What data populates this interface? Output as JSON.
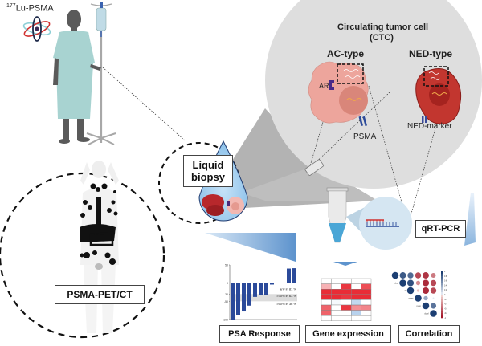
{
  "title": "177Lu-PSMA therapy liquid biopsy workflow",
  "therapy": {
    "isotope_sup": "177",
    "label": "Lu-PSMA"
  },
  "imaging": {
    "label": "PSMA-PET/CT"
  },
  "biopsy": {
    "line1": "Liquid",
    "line2": "biopsy"
  },
  "ctc": {
    "title_line1": "Circulating tumor cell",
    "title_line2": "(CTC)",
    "ac_type": "AC-type",
    "ned_type": "NED-type",
    "ar_label": "AR",
    "psma_label": "PSMA",
    "ned_marker_label": "NED-marker"
  },
  "assay": {
    "label": "qRT-PCR"
  },
  "outputs": {
    "psa_response": "PSA Response",
    "gene_expression": "Gene expression",
    "correlation": "Correlation"
  },
  "colors": {
    "bar_blue": "#2b4a9a",
    "heat_red": "#e8212b",
    "corr_red": "#a3172a",
    "corr_blue": "#1d3f73",
    "gown": "#a8d3d1",
    "skin": "#5a5a5a",
    "ctc_bg": "#dedede",
    "ac_cell": "#eda59c",
    "ned_cell": "#c2362f",
    "drop": "#9fcdee"
  },
  "chart_data": [
    {
      "type": "bar",
      "title": "PSA Response",
      "ylabel": "",
      "xlabel": "",
      "ylim": [
        -100,
        50
      ],
      "yticks": [
        50,
        0,
        -30,
        -50,
        -100
      ],
      "values": [
        -100,
        -88,
        -78,
        -62,
        -38,
        -33,
        -32,
        -4,
        0,
        0,
        40,
        41
      ],
      "annotations": [
        "any in 81 %",
        ">30%  in 63 %",
        ">50% in 36 %"
      ]
    },
    {
      "type": "heatmap",
      "title": "Gene expression",
      "rows": 8,
      "cols": 5,
      "values": [
        [
          0,
          0,
          0,
          0,
          0
        ],
        [
          0.35,
          0,
          0.9,
          0,
          0.8
        ],
        [
          0.95,
          0.95,
          0.95,
          0.95,
          0.95
        ],
        [
          0.95,
          0.95,
          0.9,
          0.95,
          0.95
        ],
        [
          0,
          -0.05,
          0,
          -0.3,
          0
        ],
        [
          0.7,
          0,
          0.9,
          0.5,
          0.55
        ],
        [
          0.7,
          0,
          0,
          -0.35,
          0
        ],
        [
          0,
          0,
          0,
          0,
          0
        ]
      ]
    },
    {
      "type": "heatmap",
      "title": "Correlation",
      "row_labels": [
        "",
        "day",
        "ul",
        "psas",
        "resp",
        "dual"
      ],
      "colorbar_ticks": [
        "1",
        "0.8",
        "0.6",
        "0.4",
        "0.2",
        "0",
        "-0.2",
        "-0.4",
        "-0.6",
        "-0.8",
        "-1"
      ],
      "values": [
        [
          1,
          0.85,
          0.75,
          -0.75,
          -0.85,
          -0.5
        ],
        [
          null,
          1,
          0.9,
          -0.4,
          -0.9,
          -0.75
        ],
        [
          null,
          null,
          1,
          -0.15,
          -0.9,
          -0.75
        ],
        [
          null,
          null,
          null,
          1,
          0.4,
          0.05
        ],
        [
          null,
          null,
          null,
          null,
          1,
          0.7
        ],
        [
          null,
          null,
          null,
          null,
          null,
          1
        ]
      ]
    }
  ]
}
